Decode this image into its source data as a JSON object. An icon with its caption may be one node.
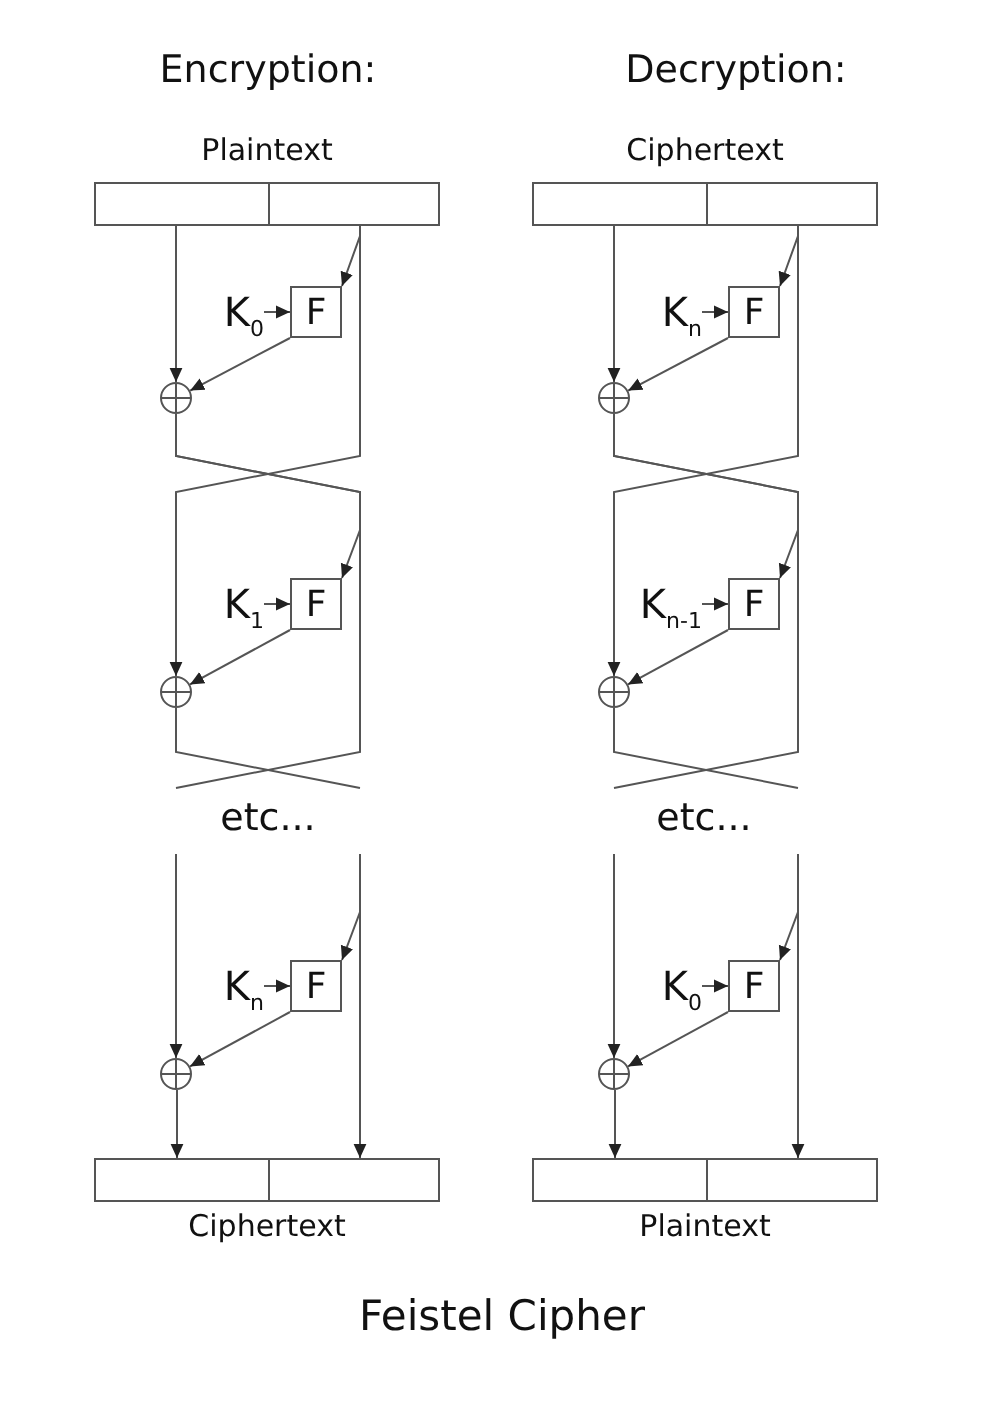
{
  "diagram": {
    "title": "Feistel Cipher",
    "nodes": [
      {
        "text": [
          "Plaintext"
        ]
      },
      {
        "text": [],
        "shape": "box",
        "in": 0
      },
      {
        "text": [],
        "shape": "box",
        "in": 0
      },
      {
        "text": [
          "K$_{0}$"
        ]
      },
      {
        "text": [
          "F"
        ]
      },
      {
        "text": [],
        "shape": "circle"
      },
      {
        "text": [
          "K$_{1}$"
        ]
      },
      {
        "text": [
          "F"
        ]
      },
      {
        "text": [],
        "shape": "circle"
      },
      {
        "text": [
          "K$_{n}$"
        ]
      },
      {
        "text": [
          "F"
        ]
      },
      {
        "text": [],
        "shape": "circle"
      },
      {
        "text": [
          "Ciphertext"
        ]
      },
      {
        "text": [],
        "shape": "box",
        "in": 12
      },
      {
        "text": [],
        "shape": "box",
        "in": 12
      },
      {
        "text": [
          "Ciphertext"
        ]
      },
      {
        "text": [],
        "shape": "box",
        "in": 15
      },
      {
        "text": [],
        "shape": "box",
        "in": 15
      },
      {
        "text": [
          "K$_{n}$"
        ]
      },
      {
        "text": [
          "F"
        ]
      },
      {
        "text": [],
        "shape": "circle"
      },
      {
        "text": [
          "K$_{n-1}$"
        ]
      },
      {
        "text": [
          "F"
        ]
      },
      {
        "text": [],
        "shape": "circle"
      },
      {
        "text": [
          "K$_{0}$"
        ]
      },
      {
        "text": [
          "F"
        ]
      },
      {
        "text": [],
        "shape": "circle"
      },
      {
        "text": [
          "Plaintext"
        ]
      },
      {
        "text": [],
        "shape": "box",
        "in": 27
      },
      {
        "text": [],
        "shape": "box",
        "in": 27
      }
    ],
    "edges": [
      {
        "from": 1,
        "to": 5,
        "arrow": "to"
      },
      {
        "from": 2,
        "to": 4,
        "arrow": "to"
      },
      {
        "from": 2,
        "to": 8,
        "arrow": "to"
      },
      {
        "from": 3,
        "to": 4,
        "arrow": "to"
      },
      {
        "from": 4,
        "to": 5,
        "arrow": "to"
      },
      {
        "from": 5,
        "to": 7,
        "arrow": "to"
      },
      {
        "from": 5,
        "to": null,
        "arrow": "none"
      },
      {
        "from": 6,
        "to": 7,
        "arrow": "to"
      },
      {
        "from": 7,
        "to": 8,
        "arrow": "to"
      },
      {
        "from": 8,
        "to": null,
        "arrow": "none"
      },
      {
        "from": null,
        "to": 11,
        "arrow": "to"
      },
      {
        "from": null,
        "to": 10,
        "arrow": "to"
      },
      {
        "from": null,
        "to": 14,
        "arrow": "to"
      },
      {
        "from": 9,
        "to": 10,
        "arrow": "to"
      },
      {
        "from": 10,
        "to": 11,
        "arrow": "to"
      },
      {
        "from": 11,
        "to": 13,
        "arrow": "to"
      },
      {
        "from": 16,
        "to": 20,
        "arrow": "to"
      },
      {
        "from": 17,
        "to": 19,
        "arrow": "to"
      },
      {
        "from": 17,
        "to": 23,
        "arrow": "to"
      },
      {
        "from": 18,
        "to": 19,
        "arrow": "to"
      },
      {
        "from": 19,
        "to": 20,
        "arrow": "to"
      },
      {
        "from": 20,
        "to": 22,
        "arrow": "to"
      },
      {
        "from": 20,
        "to": null,
        "arrow": "none"
      },
      {
        "from": 21,
        "to": 22,
        "arrow": "to"
      },
      {
        "from": 22,
        "to": 23,
        "arrow": "to"
      },
      {
        "from": 23,
        "to": null,
        "arrow": "none"
      },
      {
        "from": null,
        "to": 26,
        "arrow": "to"
      },
      {
        "from": null,
        "to": 25,
        "arrow": "to"
      },
      {
        "from": null,
        "to": 29,
        "arrow": "to"
      },
      {
        "from": 24,
        "to": 25,
        "arrow": "to"
      },
      {
        "from": 25,
        "to": 26,
        "arrow": "to"
      },
      {
        "from": 26,
        "to": 28,
        "arrow": "to"
      }
    ],
    "labels": [
      "Encryption:",
      "Decryption:",
      "etc...",
      "etc..."
    ]
  }
}
